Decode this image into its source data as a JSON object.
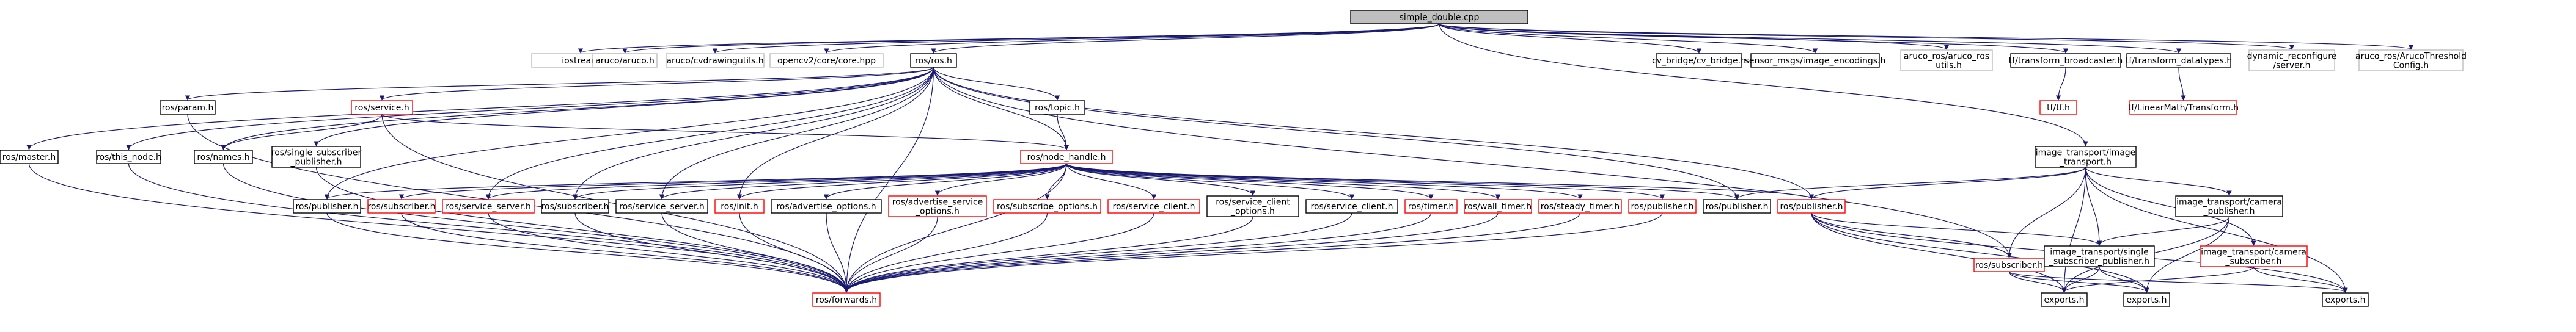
{
  "title": "simple_double.cpp",
  "colors": {
    "edge": "#191970",
    "box_black": "#000000",
    "box_red": "#ff0000",
    "box_gray": "#bfbfbf",
    "fill_white": "#ffffff",
    "fill_root": "#bfbfbf",
    "text_black": "#000000"
  },
  "nodes": [
    {
      "id": "root",
      "lines": [
        "simple_double.cpp"
      ],
      "style": "root"
    },
    {
      "id": "iostream",
      "lines": [
        "iostream"
      ],
      "style": "gray"
    },
    {
      "id": "aruco_h",
      "lines": [
        "aruco/aruco.h"
      ],
      "style": "gray"
    },
    {
      "id": "cvdrawingutils",
      "lines": [
        "aruco/cvdrawingutils.h"
      ],
      "style": "gray"
    },
    {
      "id": "opencv_core",
      "lines": [
        "opencv2/core/core.hpp"
      ],
      "style": "gray"
    },
    {
      "id": "ros_h",
      "lines": [
        "ros/ros.h"
      ],
      "style": "black"
    },
    {
      "id": "cv_bridge",
      "lines": [
        "cv_bridge/cv_bridge.h"
      ],
      "style": "black"
    },
    {
      "id": "sensor_msgs",
      "lines": [
        "sensor_msgs/image_encodings.h"
      ],
      "style": "black"
    },
    {
      "id": "aruco_ros_utils",
      "lines": [
        "aruco_ros/aruco_ros",
        "_utils.h"
      ],
      "style": "gray"
    },
    {
      "id": "tf_broadcaster",
      "lines": [
        "tf/transform_broadcaster.h"
      ],
      "style": "black"
    },
    {
      "id": "tf_datatypes",
      "lines": [
        "tf/transform_datatypes.h"
      ],
      "style": "black"
    },
    {
      "id": "dyn_reconf",
      "lines": [
        "dynamic_reconfigure",
        "/server.h"
      ],
      "style": "gray"
    },
    {
      "id": "aruco_thresh",
      "lines": [
        "aruco_ros/ArucoThreshold",
        "Config.h"
      ],
      "style": "gray"
    },
    {
      "id": "tf_h",
      "lines": [
        "tf/tf.h"
      ],
      "style": "red"
    },
    {
      "id": "tf_lm_transform",
      "lines": [
        "tf/LinearMath/Transform.h"
      ],
      "style": "red"
    },
    {
      "id": "ros_param",
      "lines": [
        "ros/param.h"
      ],
      "style": "black"
    },
    {
      "id": "ros_service",
      "lines": [
        "ros/service.h"
      ],
      "style": "red"
    },
    {
      "id": "ros_topic",
      "lines": [
        "ros/topic.h"
      ],
      "style": "black"
    },
    {
      "id": "ros_master",
      "lines": [
        "ros/master.h"
      ],
      "style": "black"
    },
    {
      "id": "ros_this_node",
      "lines": [
        "ros/this_node.h"
      ],
      "style": "black"
    },
    {
      "id": "ros_names",
      "lines": [
        "ros/names.h"
      ],
      "style": "black"
    },
    {
      "id": "ros_single_sub_pub",
      "lines": [
        "ros/single_subscriber",
        "_publisher.h"
      ],
      "style": "black"
    },
    {
      "id": "ros_node_handle",
      "lines": [
        "ros/node_handle.h"
      ],
      "style": "red"
    },
    {
      "id": "it_image_transport",
      "lines": [
        "image_transport/image",
        "_transport.h"
      ],
      "style": "black"
    },
    {
      "id": "nh_publisher_b1",
      "lines": [
        "ros/publisher.h"
      ],
      "style": "black"
    },
    {
      "id": "nh_subscriber_r1",
      "lines": [
        "ros/subscriber.h"
      ],
      "style": "red"
    },
    {
      "id": "nh_service_server_r",
      "lines": [
        "ros/service_server.h"
      ],
      "style": "red"
    },
    {
      "id": "nh_subscriber_b",
      "lines": [
        "ros/subscriber.h"
      ],
      "style": "black"
    },
    {
      "id": "nh_service_server_b",
      "lines": [
        "ros/service_server.h"
      ],
      "style": "black"
    },
    {
      "id": "nh_init",
      "lines": [
        "ros/init.h"
      ],
      "style": "red"
    },
    {
      "id": "nh_advertise_options",
      "lines": [
        "ros/advertise_options.h"
      ],
      "style": "black"
    },
    {
      "id": "nh_advertise_service_options",
      "lines": [
        "ros/advertise_service",
        "_options.h"
      ],
      "style": "red"
    },
    {
      "id": "nh_subscribe_options",
      "lines": [
        "ros/subscribe_options.h"
      ],
      "style": "red"
    },
    {
      "id": "nh_service_client_r",
      "lines": [
        "ros/service_client.h"
      ],
      "style": "red"
    },
    {
      "id": "nh_service_client_options",
      "lines": [
        "ros/service_client",
        "_options.h"
      ],
      "style": "black"
    },
    {
      "id": "nh_service_client_b",
      "lines": [
        "ros/service_client.h"
      ],
      "style": "black"
    },
    {
      "id": "nh_timer",
      "lines": [
        "ros/timer.h"
      ],
      "style": "red"
    },
    {
      "id": "nh_wall_timer",
      "lines": [
        "ros/wall_timer.h"
      ],
      "style": "red"
    },
    {
      "id": "nh_steady_timer",
      "lines": [
        "ros/steady_timer.h"
      ],
      "style": "red"
    },
    {
      "id": "nh_publisher_r",
      "lines": [
        "ros/publisher.h"
      ],
      "style": "red"
    },
    {
      "id": "ros_publisher_b2",
      "lines": [
        "ros/publisher.h"
      ],
      "style": "black"
    },
    {
      "id": "it_publisher",
      "lines": [
        "ros/publisher.h"
      ],
      "style": "red"
    },
    {
      "id": "it_camera_publisher",
      "lines": [
        "image_transport/camera",
        "_publisher.h"
      ],
      "style": "black"
    },
    {
      "id": "ros_subscriber_r2",
      "lines": [
        "ros/subscriber.h"
      ],
      "style": "red"
    },
    {
      "id": "it_single_sub_pub",
      "lines": [
        "image_transport/single",
        "_subscriber_publisher.h"
      ],
      "style": "black"
    },
    {
      "id": "it_camera_subscriber",
      "lines": [
        "image_transport/camera",
        "_subscriber.h"
      ],
      "style": "red"
    },
    {
      "id": "ros_forwards",
      "lines": [
        "ros/forwards.h"
      ],
      "style": "red"
    },
    {
      "id": "exports_1",
      "lines": [
        "exports.h"
      ],
      "style": "black"
    },
    {
      "id": "exports_2",
      "lines": [
        "exports.h"
      ],
      "style": "black"
    },
    {
      "id": "exports_3",
      "lines": [
        "exports.h"
      ],
      "style": "black"
    }
  ]
}
